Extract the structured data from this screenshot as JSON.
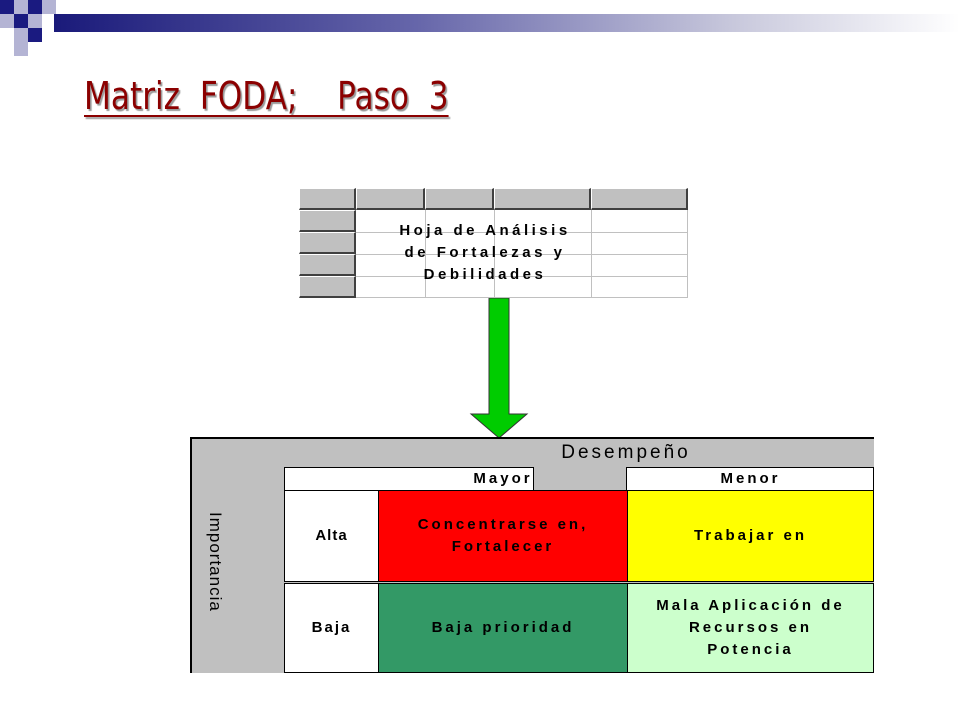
{
  "title": "Matriz  FODA;    Paso  3",
  "spreadsheet": {
    "lines": [
      "Hoja de Análisis",
      "de Fortalezas y",
      "Debilidades"
    ]
  },
  "matrix": {
    "header": "Desempeño",
    "columns": [
      "Mayor",
      "Menor"
    ],
    "row_axis": "Importancia",
    "rows": [
      {
        "label": "Alta",
        "cells": [
          {
            "lines": [
              "Concentrarse en,",
              "Fortalecer"
            ],
            "color": "#ff0000"
          },
          {
            "lines": [
              "Trabajar en"
            ],
            "color": "#ffff00"
          }
        ]
      },
      {
        "label": "Baja",
        "cells": [
          {
            "lines": [
              "Baja prioridad"
            ],
            "color": "#339966"
          },
          {
            "lines": [
              "Mala Aplicación de",
              "Recursos en",
              "Potencia"
            ],
            "color": "#ccffcc"
          }
        ]
      }
    ],
    "colors": {
      "frame": "#c0c0c0",
      "arrow": "#00cc00"
    }
  }
}
